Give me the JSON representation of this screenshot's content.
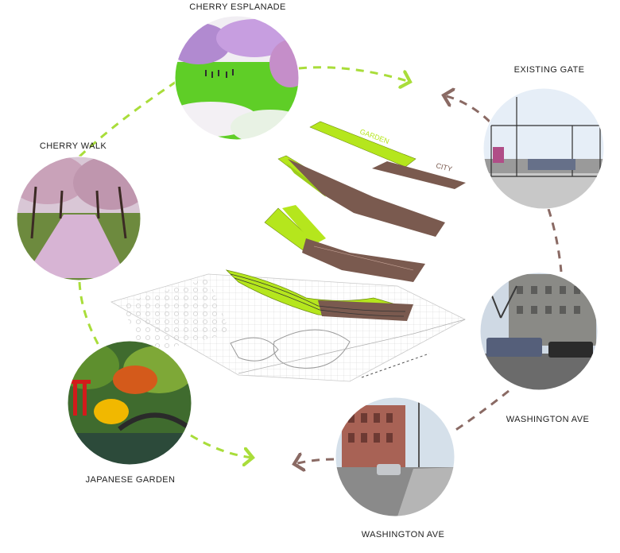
{
  "labels": {
    "cherry_esplanade": "CHERRY ESPLANADE",
    "existing_gate": "EXISTING GATE",
    "cherry_walk": "CHERRY WALK",
    "washington_ave_right": "WASHINGTON AVE",
    "japanese_garden": "JAPANESE GARDEN",
    "washington_ave_bottom": "WASHINGTON AVE"
  },
  "layer_tags": {
    "garden": "GARDEN",
    "city": "CITY"
  },
  "colors": {
    "garden": "#b5e61d",
    "city": "#7a5a4f",
    "garden_arrow": "#a9dd3a",
    "city_arrow": "#8a6a64"
  }
}
